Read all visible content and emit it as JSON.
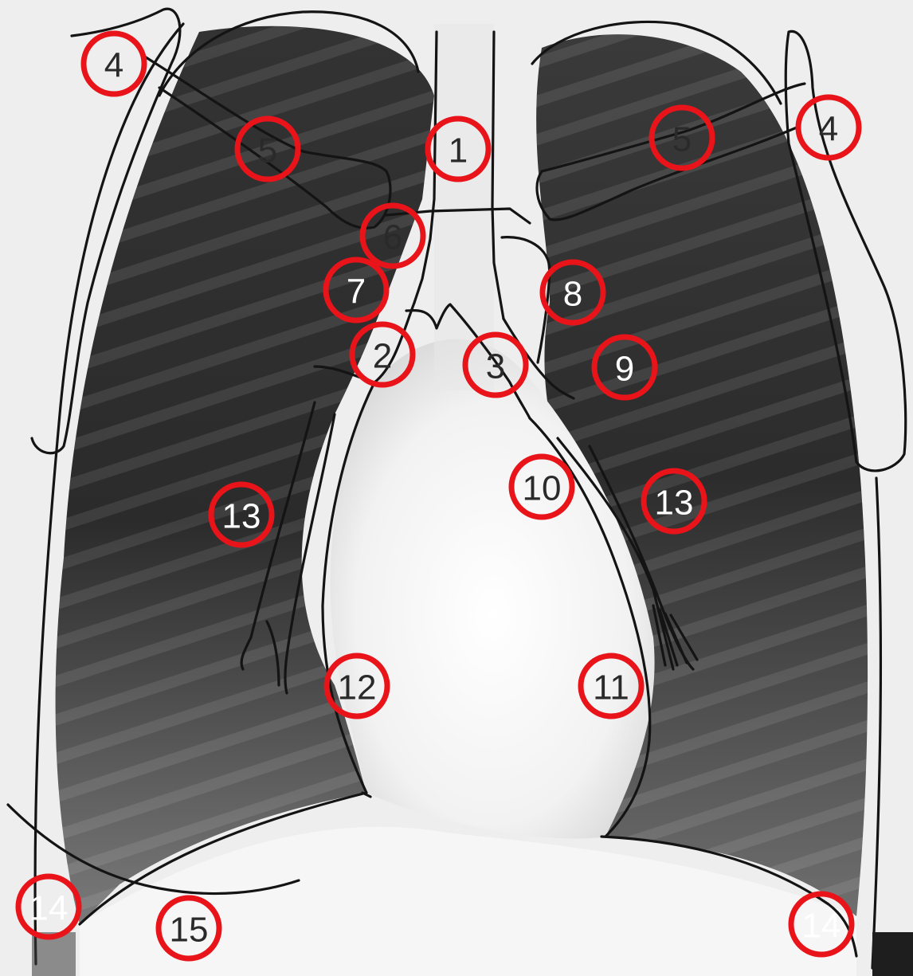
{
  "figure": {
    "subject": "chest radiograph anatomy tracing",
    "colors": {
      "marker_ring": "#e8141a",
      "outline_stroke": "#141414",
      "lung_field": "#2d2d2d",
      "bright_field": "#f4f4f4",
      "label_on_dark": "#ffffff",
      "label_on_light": "#2a2a2a"
    },
    "markers": [
      {
        "id": "m1",
        "label": "1",
        "on_dark": false
      },
      {
        "id": "m2",
        "label": "2",
        "on_dark": false
      },
      {
        "id": "m3",
        "label": "3",
        "on_dark": false
      },
      {
        "id": "m4-right",
        "label": "4",
        "on_dark": false
      },
      {
        "id": "m4-left",
        "label": "4",
        "on_dark": false
      },
      {
        "id": "m5-right",
        "label": "5",
        "on_dark": false
      },
      {
        "id": "m5-left",
        "label": "5",
        "on_dark": false
      },
      {
        "id": "m6",
        "label": "6",
        "on_dark": false
      },
      {
        "id": "m7",
        "label": "7",
        "on_dark": true
      },
      {
        "id": "m8",
        "label": "8",
        "on_dark": true
      },
      {
        "id": "m9",
        "label": "9",
        "on_dark": true
      },
      {
        "id": "m10",
        "label": "10",
        "on_dark": false
      },
      {
        "id": "m11",
        "label": "11",
        "on_dark": false
      },
      {
        "id": "m12",
        "label": "12",
        "on_dark": false
      },
      {
        "id": "m13-right",
        "label": "13",
        "on_dark": true
      },
      {
        "id": "m13-left",
        "label": "13",
        "on_dark": true
      },
      {
        "id": "m14-right",
        "label": "14",
        "on_dark": true
      },
      {
        "id": "m14-left",
        "label": "14",
        "on_dark": true
      },
      {
        "id": "m15",
        "label": "15",
        "on_dark": false
      }
    ]
  }
}
